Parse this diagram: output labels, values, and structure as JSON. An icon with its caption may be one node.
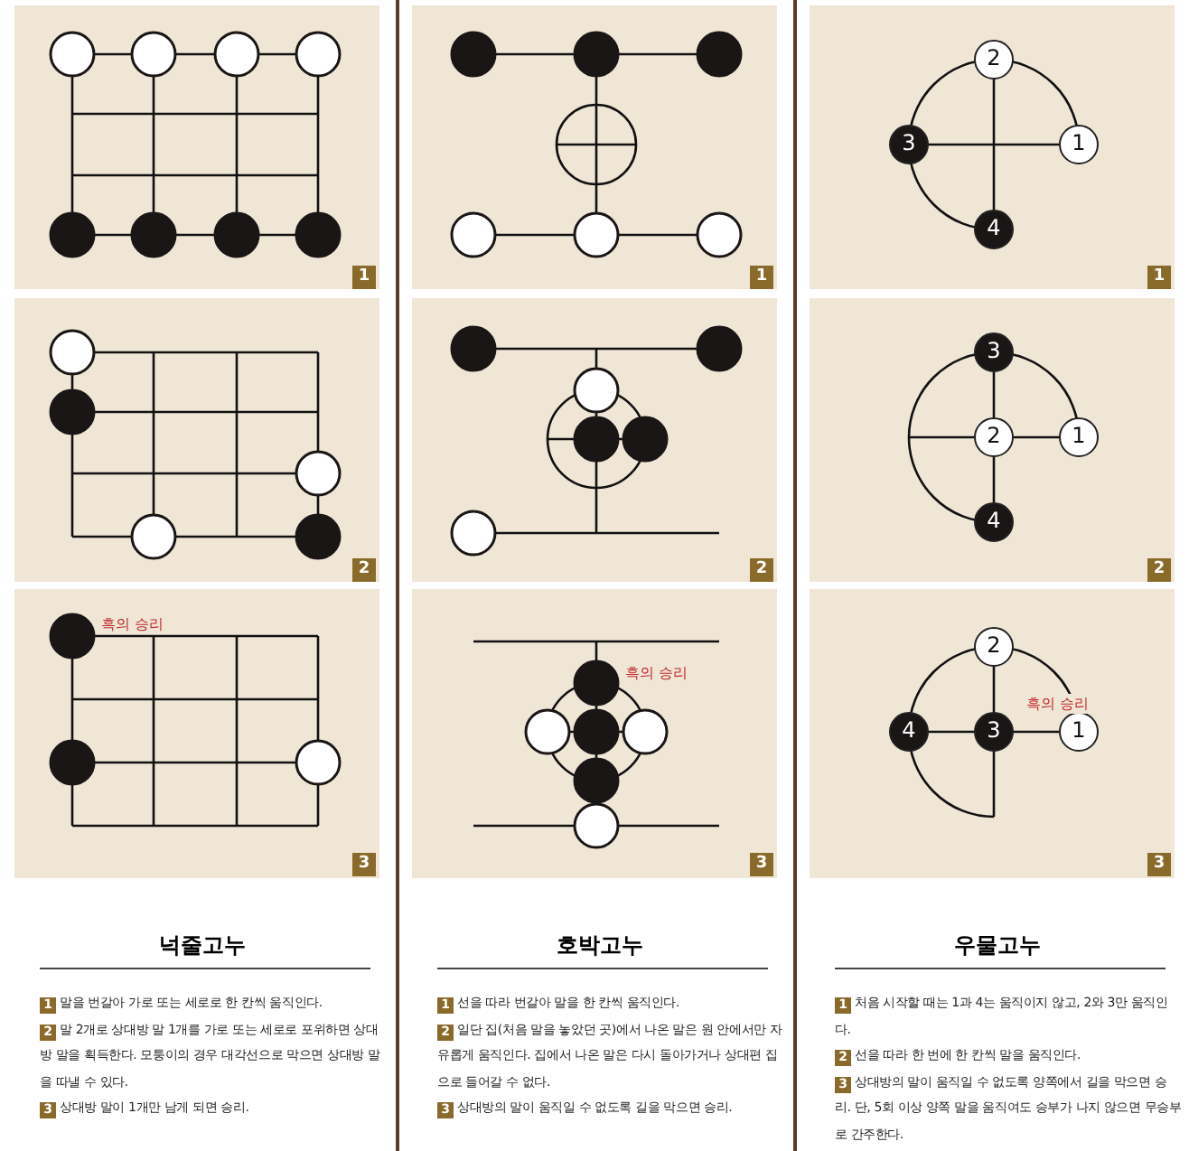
{
  "diagram": {
    "nodes": [
      {
        "text": [
          "2"
        ]
      },
      {
        "text": [
          "3"
        ]
      },
      {
        "text": [
          "1"
        ]
      },
      {
        "text": [
          "4"
        ]
      },
      {
        "text": [
          "3"
        ]
      },
      {
        "text": [
          "2"
        ]
      },
      {
        "text": [
          "1"
        ]
      },
      {
        "text": [
          "4"
        ]
      },
      {
        "text": [
          "2"
        ]
      },
      {
        "text": [
          "4"
        ]
      },
      {
        "text": [
          "3"
        ]
      },
      {
        "text": [
          "1"
        ]
      }
    ],
    "labels": [
      "1",
      "1",
      "1",
      "2",
      "2",
      "2",
      "흑의 승리",
      "흑의 승리",
      "흑의 승리",
      "3",
      "3",
      "3",
      "넉줄고누",
      "호박고누",
      "우물고누",
      "1",
      "말을 번갈아 가로 또는 세로로 한 칸씩 움직인다.",
      "2",
      "말 2개로 상대방 말 1개를 가로 또는 세로로 포위하면 상대방 말을 획득한다. 모퉁이의 경우 대각선으로 막으면 상대방 말을 따낼 수 있다.",
      "3",
      "상대방 말이 1개만 남게 되면 승리.",
      "1",
      "선을 따라 번갈아 말을 한 칸씩 움직인다.",
      "2",
      "일단 집(처음 말을 놓았던 곳)에서 나온 말은 원 안에서만 자유롭게 움직인다. 집에서 나온 말은 다시 돌아가거나 상대편 집으로 들어갈 수 없다.",
      "3",
      "상대방의 말이 움직일 수 없도록 길을 막으면 승리.",
      "1",
      "처음 시작할 때는 1과 4는 움직이지 않고, 2와 3만 움직인다.",
      "2",
      "선을 따라 한 번에 한 칸씩 말을 움직인다.",
      "3",
      "상대방의 말이 움직일 수 없도록 양쪽에서 길을 막으면 승리. 단, 5회 이상 양쪽 말을 움직여도 승부가 나지 않으면 무승부로 간주한다."
    ]
  }
}
